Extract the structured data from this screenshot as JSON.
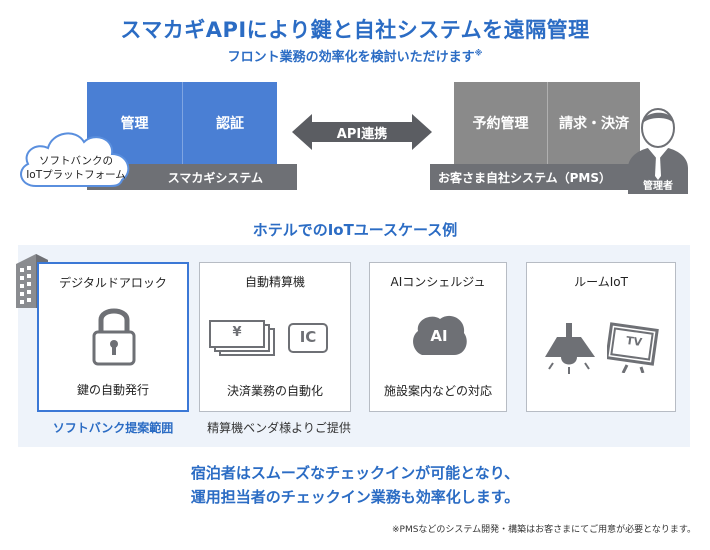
{
  "header": {
    "title": "スマカギAPIにより鍵と自社システムを遠隔管理",
    "subtitle": "フロント業務の効率化を検討いただけます",
    "subtitle_mark": "※"
  },
  "left_system": {
    "box1": "管理",
    "box2": "認証",
    "bar_label": "スマカギシステム",
    "cloud_label_1": "ソフトバンクの",
    "cloud_label_2": "IoTプラットフォーム"
  },
  "api": {
    "label": "API連携"
  },
  "right_system": {
    "box1": "予約管理",
    "box2": "請求・決済",
    "bar_label": "お客さま自社システム（PMS）",
    "person_label": "管理者"
  },
  "use_cases": {
    "title": "ホテルでのIoTユースケース例",
    "cards": [
      {
        "title": "デジタルドアロック",
        "footer": "鍵の自動発行"
      },
      {
        "title": "自動精算機",
        "footer": "決済業務の自動化"
      },
      {
        "title": "AIコンシェルジュ",
        "footer": "施設案内などの対応",
        "icon_text": "AI"
      },
      {
        "title": "ルームIoT",
        "footer": "",
        "icon_text": "TV"
      }
    ],
    "note_softbank": "ソフトバンク提案範囲",
    "note_vendor": "精算機ベンダ様よりご提供",
    "yen_symbol": "¥",
    "ic_text": "IC"
  },
  "summary": {
    "line1": "宿泊者はスムーズなチェックインが可能となり、",
    "line2": "運用担当者のチェックイン業務も効率化します。"
  },
  "footnote": "※PMSなどのシステム開発・構築はお客さまにてご用意が必要となります。",
  "colors": {
    "accent": "#2b6cc4",
    "blue_box": "#4a7fd4",
    "gray_box": "#8a8a8a",
    "panel_bg": "#eef3fa"
  }
}
